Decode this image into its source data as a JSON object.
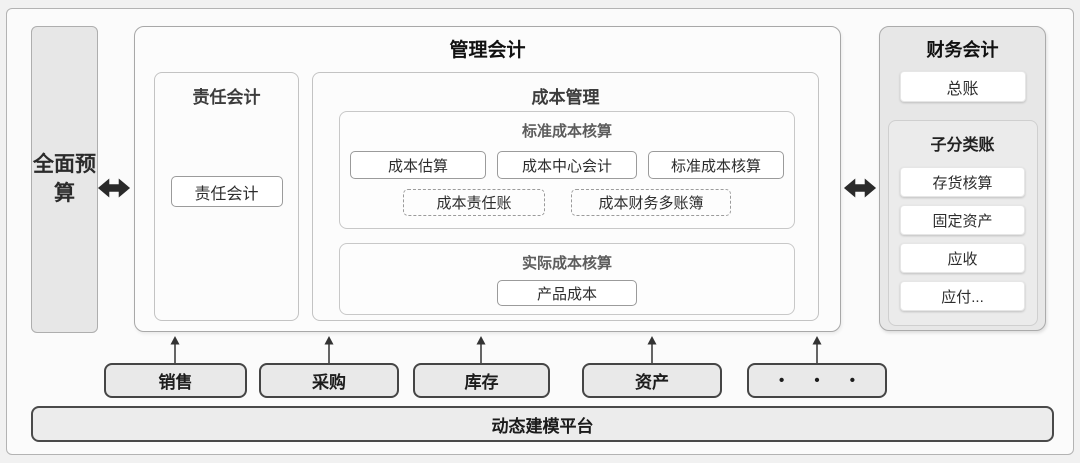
{
  "palette": {
    "box_fill": "#e8e8e8",
    "panel_fill": "#fcfcfc",
    "dark_line": "#454545",
    "arrow": "#2a2a2a"
  },
  "budget": {
    "label": "全面预算"
  },
  "management": {
    "title": "管理会计",
    "responsibility": {
      "title": "责任会计",
      "button": "责任会计"
    },
    "cost": {
      "title": "成本管理",
      "standard": {
        "title": "标准成本核算",
        "solid_buttons": [
          "成本估算",
          "成本中心会计",
          "标准成本核算"
        ],
        "dashed_buttons": [
          "成本责任账",
          "成本财务多账簿"
        ]
      },
      "actual": {
        "title": "实际成本核算",
        "button": "产品成本"
      }
    }
  },
  "financial": {
    "title": "财务会计",
    "general_ledger": "总账",
    "subledger": {
      "title": "子分类账",
      "items": [
        "存货核算",
        "固定资产",
        "应收",
        "应付..."
      ]
    }
  },
  "modules": [
    "销售",
    "采购",
    "库存",
    "资产",
    "• • •"
  ],
  "platform": {
    "label": "动态建模平台"
  }
}
